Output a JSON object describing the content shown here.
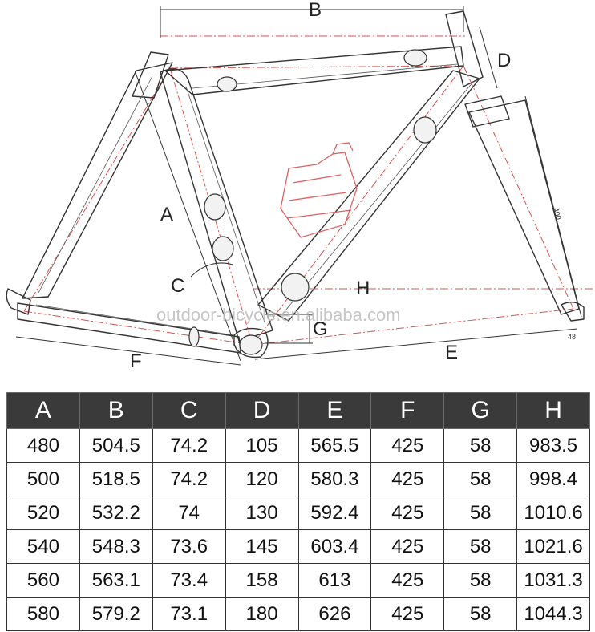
{
  "diagram": {
    "dimension_letters": {
      "A": "A",
      "B": "B",
      "C": "C",
      "D": "D",
      "E": "E",
      "F": "F",
      "G": "G",
      "H": "H"
    },
    "fork_length_label": "400",
    "dropout_label": "48",
    "watermark": "outdoor-bicycle.en.alibaba.com",
    "line_color": "#333333",
    "centerline_color": "#d9534f",
    "bottle_color": "#e06060"
  },
  "table": {
    "headers": [
      "A",
      "B",
      "C",
      "D",
      "E",
      "F",
      "G",
      "H"
    ],
    "rows": [
      [
        "480",
        "504.5",
        "74.2",
        "105",
        "565.5",
        "425",
        "58",
        "983.5"
      ],
      [
        "500",
        "518.5",
        "74.2",
        "120",
        "580.3",
        "425",
        "58",
        "998.4"
      ],
      [
        "520",
        "532.2",
        "74",
        "130",
        "592.4",
        "425",
        "58",
        "1010.6"
      ],
      [
        "540",
        "548.3",
        "73.6",
        "145",
        "603.4",
        "425",
        "58",
        "1021.6"
      ],
      [
        "560",
        "563.1",
        "73.4",
        "158",
        "613",
        "425",
        "58",
        "1031.3"
      ],
      [
        "580",
        "579.2",
        "73.1",
        "180",
        "626",
        "425",
        "58",
        "1044.3"
      ]
    ]
  }
}
